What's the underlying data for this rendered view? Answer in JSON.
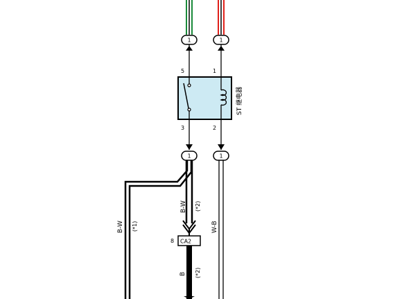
{
  "relay": {
    "name": "ST 继电器",
    "pin_top_left": "5",
    "pin_top_right": "1",
    "pin_bottom_left": "3",
    "pin_bottom_right": "2"
  },
  "connectors": {
    "top_left": "1",
    "top_right": "1",
    "bottom_left": "1",
    "bottom_right": "1"
  },
  "wires": {
    "left_branch_color": "B-W",
    "left_branch_note": "(*1)",
    "center_color": "B-W",
    "center_note": "(*2)",
    "right_color": "W-B",
    "lower_center_color": "B",
    "lower_center_note": "(*2)"
  },
  "ca2": {
    "label": "CA2",
    "pin": "8"
  },
  "colors": {
    "relay_fill": "#cdeaf3",
    "wire_green": "#1a8a3a",
    "wire_red": "#e0201a"
  }
}
